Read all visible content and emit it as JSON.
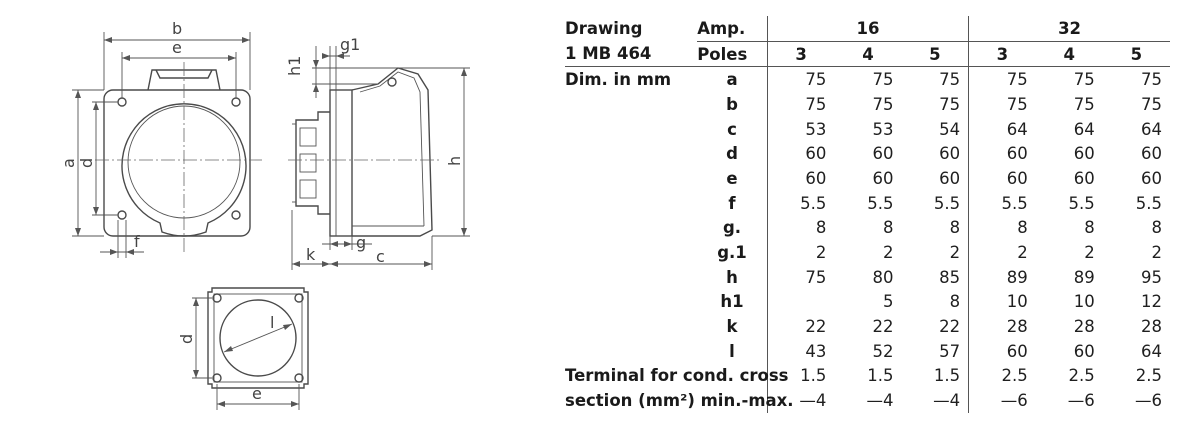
{
  "drawing": {
    "labels": {
      "b": "b",
      "e": "e",
      "a": "a",
      "d": "d",
      "f": "f",
      "h1": "h1",
      "g1": "g1",
      "h": "h",
      "g": "g",
      "k": "k",
      "c": "c",
      "l": "l",
      "d2": "d",
      "e2": "e"
    }
  },
  "table": {
    "header": {
      "drawing_label": "Drawing",
      "model": "1 MB 464",
      "amp_label": "Amp.",
      "poles_label": "Poles",
      "amp_groups": [
        "16",
        "32"
      ],
      "poles": [
        "3",
        "4",
        "5",
        "3",
        "4",
        "5"
      ]
    },
    "dim_label": "Dim. in mm",
    "rows": [
      {
        "sym": "a",
        "values": [
          "75",
          "75",
          "75",
          "75",
          "75",
          "75"
        ]
      },
      {
        "sym": "b",
        "values": [
          "75",
          "75",
          "75",
          "75",
          "75",
          "75"
        ]
      },
      {
        "sym": "c",
        "values": [
          "53",
          "53",
          "54",
          "64",
          "64",
          "64"
        ]
      },
      {
        "sym": "d",
        "values": [
          "60",
          "60",
          "60",
          "60",
          "60",
          "60"
        ]
      },
      {
        "sym": "e",
        "values": [
          "60",
          "60",
          "60",
          "60",
          "60",
          "60"
        ]
      },
      {
        "sym": "f",
        "values": [
          "5.5",
          "5.5",
          "5.5",
          "5.5",
          "5.5",
          "5.5"
        ]
      },
      {
        "sym": "g.",
        "values": [
          "8",
          "8",
          "8",
          "8",
          "8",
          "8"
        ]
      },
      {
        "sym": "g.1",
        "values": [
          "2",
          "2",
          "2",
          "2",
          "2",
          "2"
        ]
      },
      {
        "sym": "h",
        "values": [
          "75",
          "80",
          "85",
          "89",
          "89",
          "95"
        ]
      },
      {
        "sym": "h1",
        "values": [
          "",
          "5",
          "8",
          "10",
          "10",
          "12"
        ]
      },
      {
        "sym": "k",
        "values": [
          "22",
          "22",
          "22",
          "28",
          "28",
          "28"
        ]
      },
      {
        "sym": "l",
        "values": [
          "43",
          "52",
          "57",
          "60",
          "60",
          "64"
        ]
      }
    ],
    "terminal": {
      "label_line1": "Terminal for cond. cross",
      "label_line2": "section (mm²) min.-max.",
      "min": [
        "1.5",
        "1.5",
        "1.5",
        "2.5",
        "2.5",
        "2.5"
      ],
      "max": [
        "—4",
        "—4",
        "—4",
        "—6",
        "—6",
        "—6"
      ]
    }
  }
}
